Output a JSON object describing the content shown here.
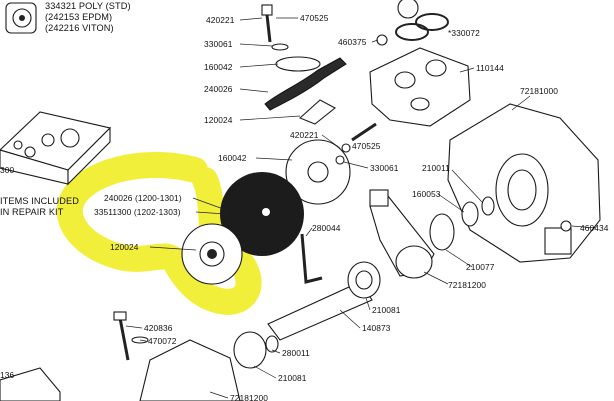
{
  "seal_notes": [
    "334321 POLY (STD)",
    "(242153 EPDM)",
    "(242216 VITON)"
  ],
  "kit_note": [
    "ITEMS INCLUDED",
    "IN REPAIR KIT"
  ],
  "highlighted_parts": [
    "240026 (1200-1301)",
    "33511300 (1202-1303)",
    "120024"
  ],
  "part_labels": [
    "420221",
    "470525",
    "330061",
    "460375",
    "*330072",
    "160042",
    "110144",
    "240026",
    "72181000",
    "120024",
    "420221",
    "470525",
    "300",
    "160042",
    "330061",
    "210011",
    "160053",
    "460434",
    "280044",
    "210077",
    "72181200",
    "210081",
    "140873",
    "420836",
    "470072",
    "280011",
    "210081",
    "72181200",
    "136"
  ],
  "colors": {
    "highlight": "#f2ef3a",
    "line_art": "#1a1a1a",
    "background": "#ffffff"
  }
}
